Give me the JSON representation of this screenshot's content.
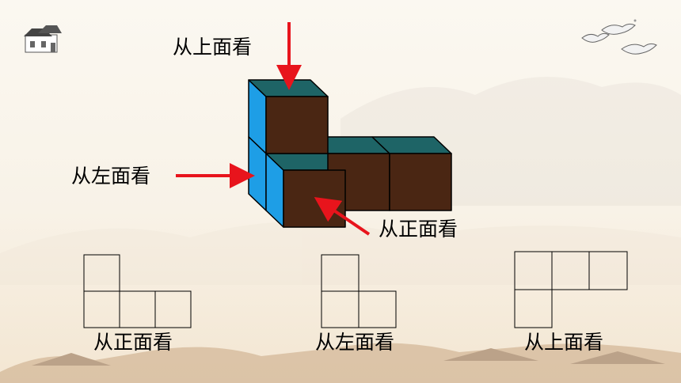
{
  "labels": {
    "from_top": "从上面看",
    "from_left": "从左面看",
    "from_front": "从正面看"
  },
  "captions": {
    "front_view": "从正面看",
    "left_view": "从左面看",
    "top_view": "从上面看"
  },
  "colors": {
    "cube_front": "#4a2613",
    "cube_top": "#1e6466",
    "cube_left": "#1e9ee6",
    "arrow": "#e8141c",
    "outline": "#000000"
  },
  "icons": [
    "house-icon",
    "crane-birds-icon"
  ]
}
